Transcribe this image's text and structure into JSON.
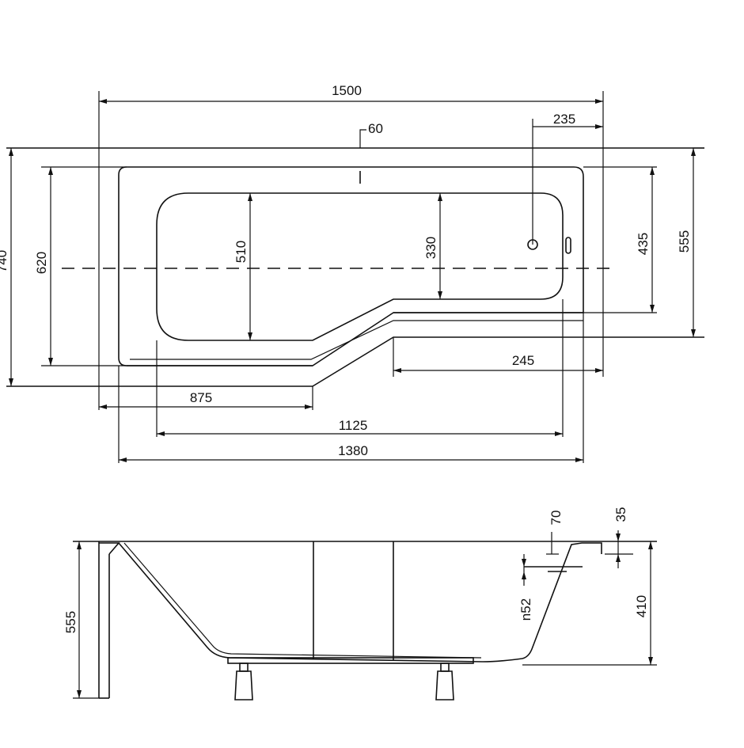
{
  "top_view": {
    "dimensions": {
      "overall_length": "1500",
      "overflow_offset": "235",
      "drain_marker": "60",
      "overall_width": "740",
      "inner_width": "620",
      "basin_width_left": "510",
      "basin_width_right": "330",
      "right_section_width": "435",
      "side_width": "555",
      "right_step_length": "245",
      "left_length": "875",
      "basin_length": "1125",
      "rim_length": "1380"
    }
  },
  "side_view": {
    "dimensions": {
      "total_height": "555",
      "rim_step": "70",
      "right_rim": "35",
      "inner_depth": "410",
      "overflow_height": "n52"
    }
  }
}
